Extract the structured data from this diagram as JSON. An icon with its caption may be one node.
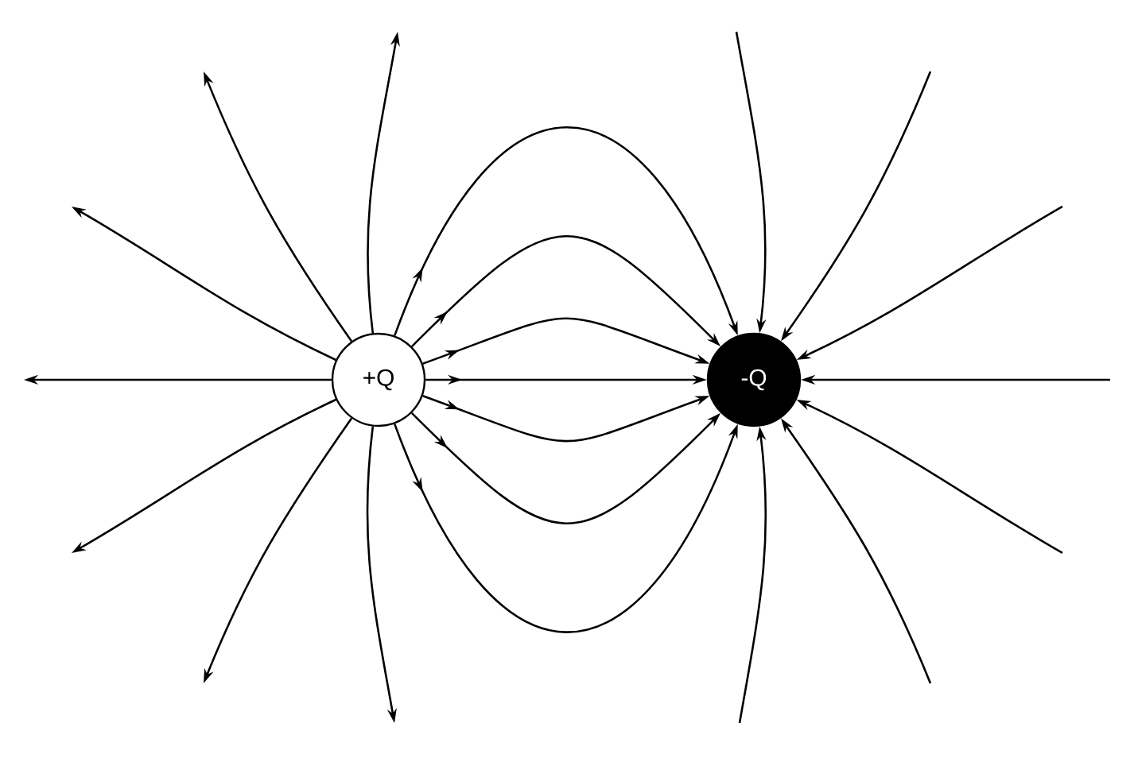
{
  "diagram": {
    "nodes": [
      {
        "text": [
          "+Q"
        ]
      },
      {
        "text": [
          "-Q"
        ]
      }
    ],
    "edges": [
      {
        "from": 0,
        "to": 1,
        "arrow": "to"
      },
      {
        "from": 0,
        "to": 1,
        "arrow": "to"
      },
      {
        "from": 0,
        "to": 1,
        "arrow": "to"
      },
      {
        "from": 0,
        "to": 1,
        "arrow": "to"
      },
      {
        "from": 0,
        "to": 1,
        "arrow": "to"
      },
      {
        "from": 0,
        "to": 1,
        "arrow": "to"
      },
      {
        "from": 0,
        "to": 1,
        "arrow": "to"
      },
      {
        "from": 0,
        "to": null,
        "arrow": "to"
      },
      {
        "from": 0,
        "to": null,
        "arrow": "to"
      },
      {
        "from": 0,
        "to": null,
        "arrow": "to"
      },
      {
        "from": 0,
        "to": null,
        "arrow": "to"
      },
      {
        "from": 0,
        "to": null,
        "arrow": "to"
      },
      {
        "from": 0,
        "to": null,
        "arrow": "to"
      },
      {
        "from": 0,
        "to": null,
        "arrow": "to"
      },
      {
        "from": null,
        "to": 1,
        "arrow": "to"
      },
      {
        "from": null,
        "to": 1,
        "arrow": "to"
      },
      {
        "from": null,
        "to": 1,
        "arrow": "to"
      },
      {
        "from": null,
        "to": 1,
        "arrow": "to"
      },
      {
        "from": null,
        "to": 1,
        "arrow": "to"
      },
      {
        "from": null,
        "to": 1,
        "arrow": "to"
      },
      {
        "from": null,
        "to": 1,
        "arrow": "to"
      }
    ]
  }
}
